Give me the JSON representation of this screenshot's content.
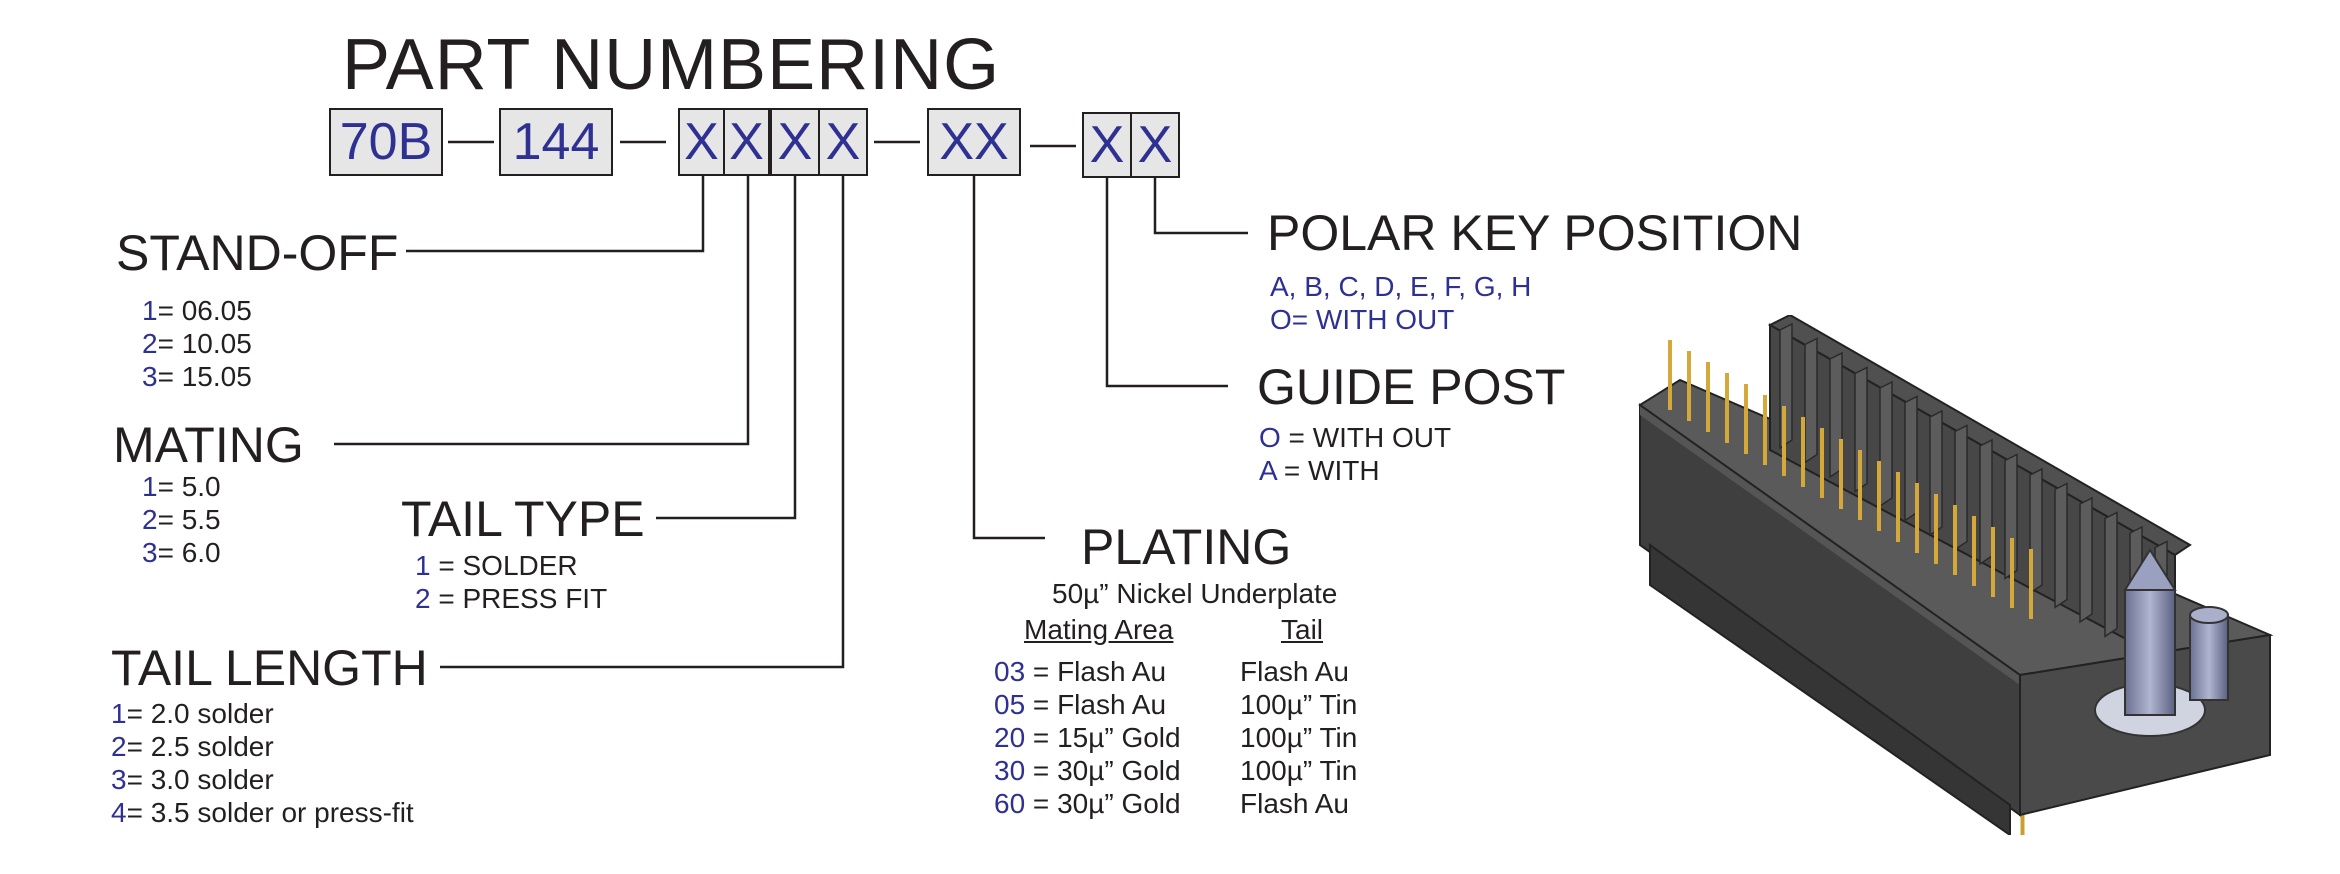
{
  "title": "PART NUMBERING",
  "part_boxes": [
    "70B",
    "144",
    "X",
    "X",
    "X",
    "X",
    "XX",
    "X",
    "X"
  ],
  "stand_off": {
    "heading": "STAND-OFF",
    "options": [
      {
        "code": "1",
        "text": "= 06.05"
      },
      {
        "code": "2",
        "text": "= 10.05"
      },
      {
        "code": "3",
        "text": "= 15.05"
      }
    ]
  },
  "mating": {
    "heading": "MATING",
    "options": [
      {
        "code": "1",
        "text": "= 5.0"
      },
      {
        "code": "2",
        "text": "= 5.5"
      },
      {
        "code": "3",
        "text": "= 6.0"
      }
    ]
  },
  "tail_type": {
    "heading": "TAIL TYPE",
    "options": [
      {
        "code": "1",
        "text": " = SOLDER"
      },
      {
        "code": "2",
        "text": " = PRESS FIT"
      }
    ]
  },
  "tail_length": {
    "heading": "TAIL LENGTH",
    "options": [
      {
        "code": "1",
        "text": "= 2.0 solder"
      },
      {
        "code": "2",
        "text": "= 2.5 solder"
      },
      {
        "code": "3",
        "text": "= 3.0 solder"
      },
      {
        "code": "4",
        "text": "= 3.5 solder or press-fit"
      }
    ]
  },
  "plating": {
    "heading": "PLATING",
    "subtitle": "50µ” Nickel Underplate",
    "col_mating": "Mating Area",
    "col_tail": "Tail",
    "rows": [
      {
        "code": "03",
        "mating": " = Flash Au",
        "tail": "Flash Au"
      },
      {
        "code": "05",
        "mating": " = Flash Au",
        "tail": "100µ” Tin"
      },
      {
        "code": "20",
        "mating": " = 15µ” Gold",
        "tail": "100µ” Tin"
      },
      {
        "code": "30",
        "mating": " = 30µ” Gold",
        "tail": "100µ” Tin"
      },
      {
        "code": "60",
        "mating": " = 30µ” Gold",
        "tail": "Flash Au"
      }
    ]
  },
  "polar_key": {
    "heading": "POLAR KEY POSITION",
    "line1": "A, B, C, D, E, F, G, H",
    "line2": "O= WITH OUT"
  },
  "guide_post": {
    "heading": "GUIDE POST",
    "options": [
      {
        "code": "O",
        "text": " = WITH OUT"
      },
      {
        "code": "A",
        "text": " = WITH"
      }
    ]
  },
  "colors": {
    "code_blue": "#2e3192",
    "box_fill": "#e6e6e6",
    "connector_body": "#4a4a4a",
    "pin_gold": "#c8a032"
  }
}
